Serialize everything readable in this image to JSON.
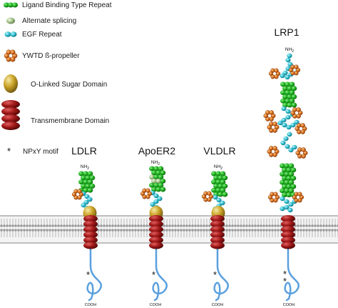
{
  "legend": {
    "ligand": "Ligand Binding Type Repeat",
    "splicing": "Alternate splicing",
    "egf": "EGF Repeat",
    "ywtd": "YWTD ß-propeller",
    "olinked": "O-Linked Sugar Domain",
    "tm": "Transmembrane Domain",
    "npxy": "NPxY motif",
    "npxy_symbol": "*"
  },
  "receptors": {
    "ldlr": {
      "name": "LDLR",
      "nh2": "NH",
      "nh2_sub": "2",
      "cooh": "COOH"
    },
    "apoer2": {
      "name": "ApoER2",
      "nh2": "NH",
      "nh2_sub": "2",
      "cooh": "COOH"
    },
    "vldlr": {
      "name": "VLDLR",
      "nh2": "NH",
      "nh2_sub": "2",
      "cooh": "COOH"
    },
    "lrp1": {
      "name": "LRP1",
      "nh2": "NH",
      "nh2_sub": "2",
      "cooh": "COOH"
    }
  },
  "colors": {
    "ligand_green": "#1db31d",
    "splicing": "#a8c890",
    "egf_cyan": "#2fc4d4",
    "ywtd_orange": "#d2691e",
    "olinked_gold": "#c9a227",
    "tm_red": "#a01818",
    "tail_blue": "#5aa0de"
  }
}
